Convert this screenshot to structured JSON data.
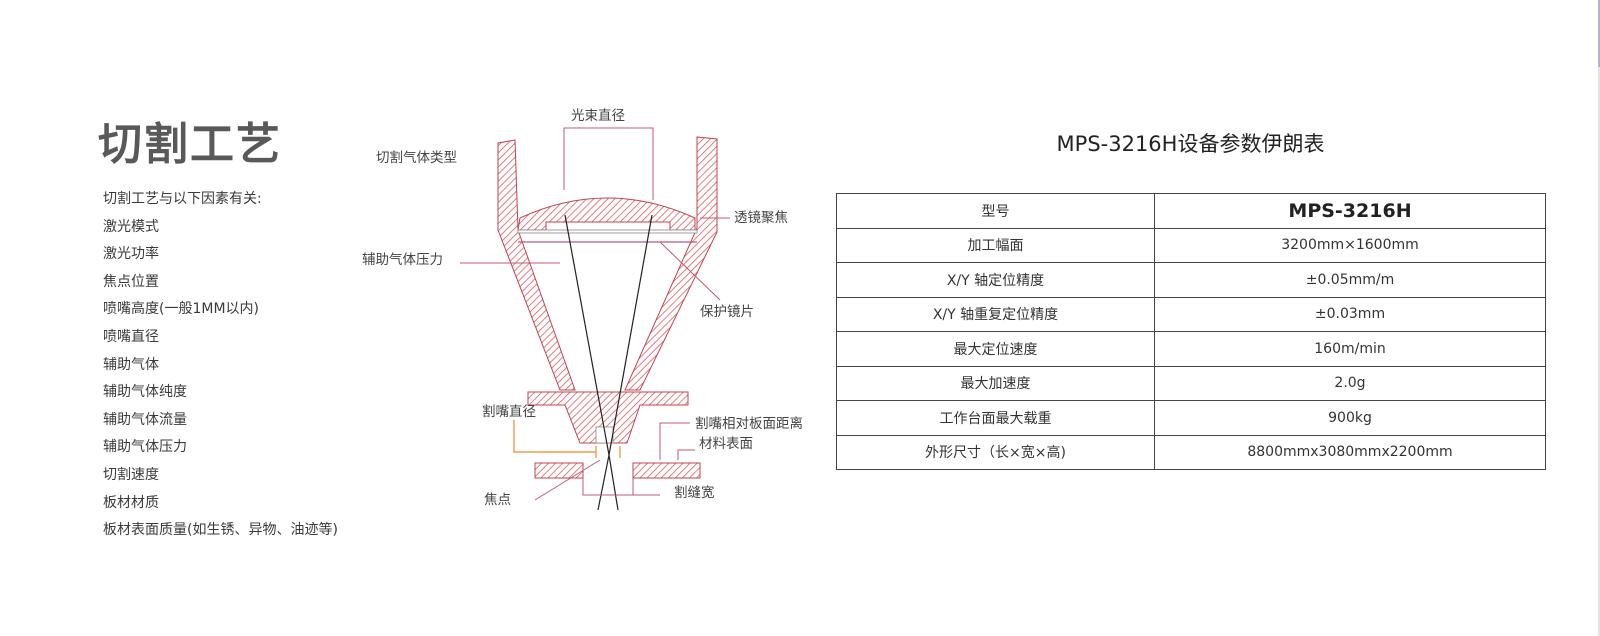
{
  "left": {
    "title": "切割工艺",
    "intro": "切割工艺与以下因素有关:",
    "factors": [
      "激光模式",
      "激光功率",
      "焦点位置",
      "喷嘴高度(一般1MM以内)",
      "喷嘴直径",
      "辅助气体",
      "辅助气体纯度",
      "辅助气体流量",
      "辅助气体压力",
      "切割速度",
      "板材材质",
      "板材表面质量(如生锈、异物、油迹等)"
    ]
  },
  "diagram": {
    "labels": {
      "beam_diameter": "光束直径",
      "gas_type": "切割气体类型",
      "lens_focus": "透镜聚焦",
      "gas_pressure": "辅助气体压力",
      "protective_lens": "保护镜片",
      "nozzle_diameter": "割嘴直径",
      "nozzle_distance": "割嘴相对板面距离",
      "material_surface": "材料表面",
      "focal_point": "焦点",
      "kerf_width": "割缝宽"
    },
    "colors": {
      "hatch": "#e05a64",
      "leader": "#c0587a",
      "dim": "#f08a2a"
    }
  },
  "spec": {
    "title": "MPS-3216H设备参数伊朗表",
    "rows": [
      {
        "label": "型号",
        "value": "MPS-3216H"
      },
      {
        "label": "加工幅面",
        "value": "3200mm×1600mm"
      },
      {
        "label": "X/Y 轴定位精度",
        "value": "±0.05mm/m"
      },
      {
        "label": "X/Y 轴重复定位精度",
        "value": "±0.03mm"
      },
      {
        "label": "最大定位速度",
        "value": "160m/min"
      },
      {
        "label": "最大加速度",
        "value": "2.0g"
      },
      {
        "label": "工作台面最大载重",
        "value": "900kg"
      },
      {
        "label": "外形尺寸（长×宽×高)",
        "value": "8800mmx3080mmx2200mm"
      }
    ]
  }
}
